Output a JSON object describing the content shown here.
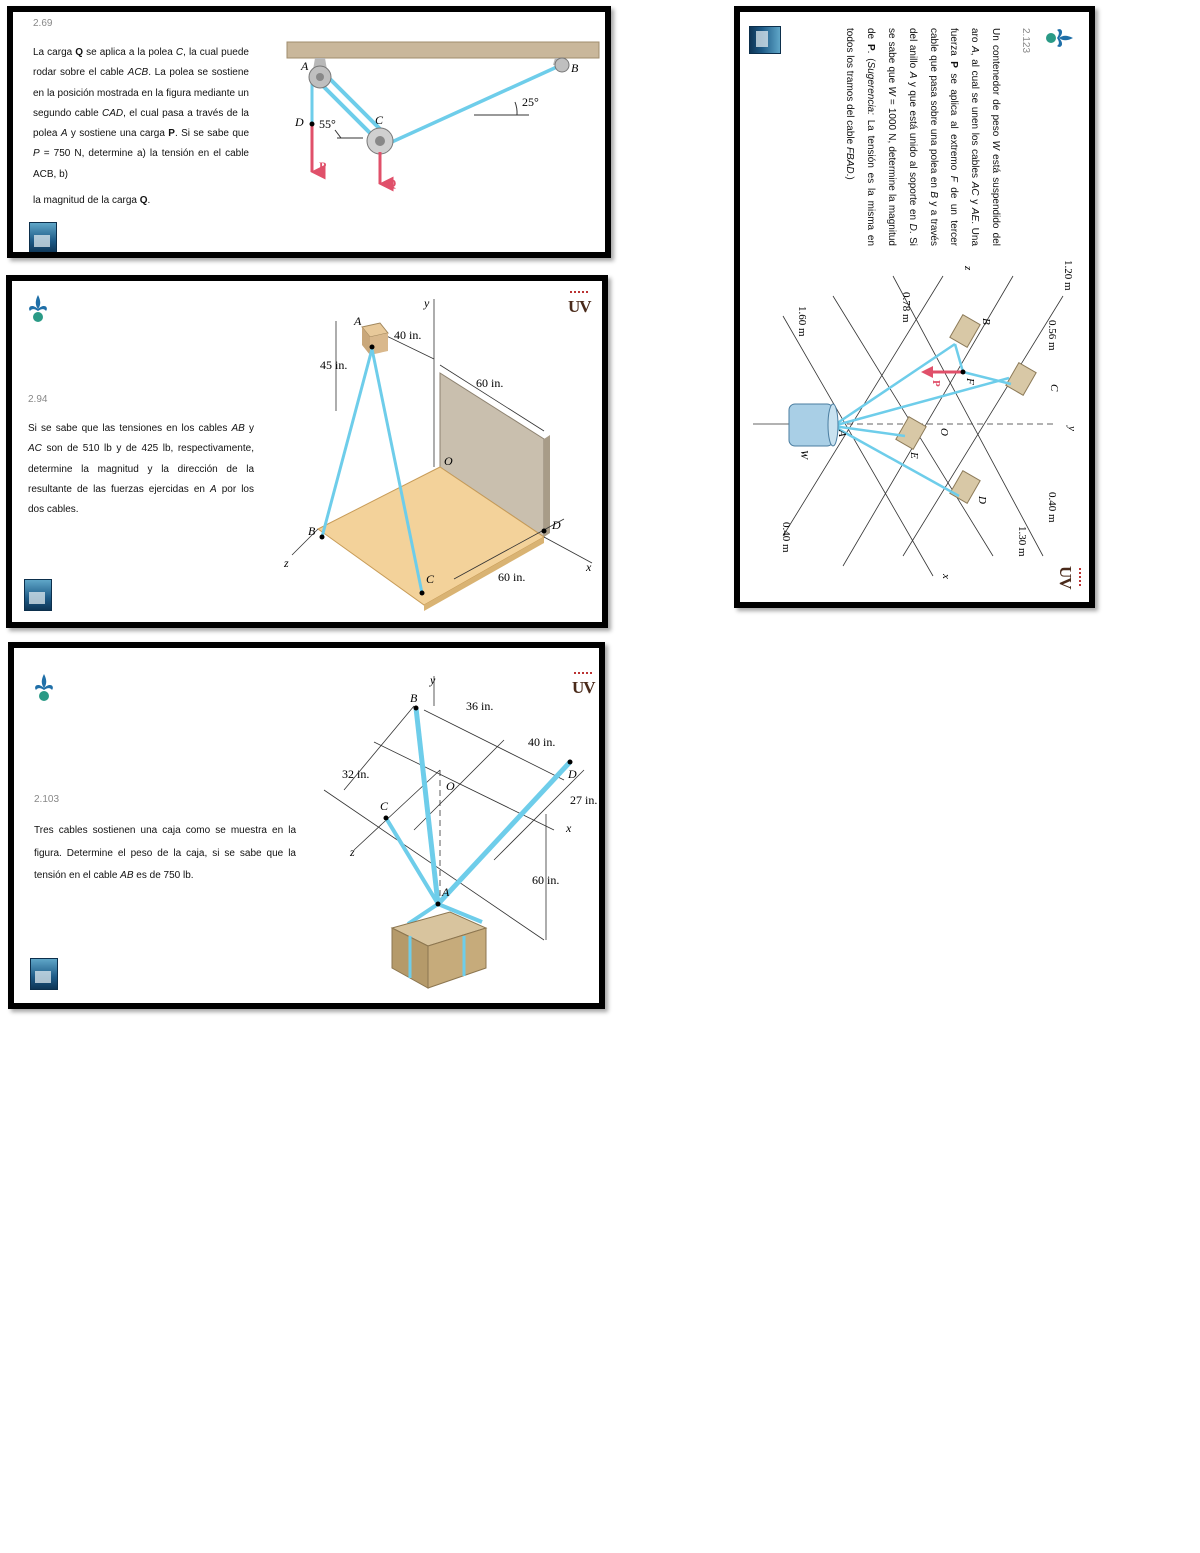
{
  "p269": {
    "number": "2.69",
    "t1": "La carga ",
    "q1": "Q",
    "t2": " se aplica a la polea ",
    "c1": "C",
    "t3": ", la cual puede rodar sobre el cable ",
    "acb": "ACB",
    "t4": ". La polea se sostiene en la posición mostrada en la figura mediante un segundo cable ",
    "cad": "CAD",
    "t5": ", el cual pasa a través de la polea ",
    "a1": "A",
    "t6": " y sostiene una carga ",
    "p1": "P",
    "t7": ". Si se sabe que ",
    "p2": "P",
    "t8": " = 750 N, determine a) la tensión en el cable ACB, b)",
    "t9": "la magnitud de la carga ",
    "q2": "Q",
    "t10": ".",
    "fig": {
      "A": "A",
      "B": "B",
      "C": "C",
      "D": "D",
      "P": "P",
      "Q": "Q",
      "ang1": "55°",
      "ang2": "25°"
    }
  },
  "p294": {
    "number": "2.94",
    "t1": "Si se sabe que las tensiones en los cables ",
    "ab": "AB",
    "t2": " y ",
    "ac": "AC",
    "t3": " son de 510 lb y de 425 lb, respectivamente, determine la magnitud y la dirección de la resultante de las fuerzas ejercidas en ",
    "a": "A",
    "t4": " por los dos cables.",
    "logo": "UV",
    "fig": {
      "A": "A",
      "B": "B",
      "C": "C",
      "D": "D",
      "O": "O",
      "x": "x",
      "y": "y",
      "z": "z",
      "d1": "40 in.",
      "d2": "45 in.",
      "d3": "60 in.",
      "d4": "60 in."
    }
  },
  "p2103": {
    "number": "2.103",
    "t1": "Tres cables sostienen una caja como se muestra en la figura. Determine el peso de la caja, si se sabe que la tensión en el cable ",
    "ab": "AB",
    "t2": " es de 750 lb.",
    "logo": "UV",
    "fig": {
      "A": "A",
      "B": "B",
      "C": "C",
      "D": "D",
      "O": "O",
      "x": "x",
      "y": "y",
      "z": "z",
      "d1": "36 in.",
      "d2": "40 in.",
      "d3": "32 in.",
      "d4": "27 in.",
      "d5": "60 in."
    }
  },
  "p2123": {
    "number": "2.123",
    "t1": "Un contenedor de peso ",
    "w1": "W",
    "t2": " está suspendido del aro ",
    "a1": "A",
    "t3": ", al cual se unen los cables ",
    "ac": "AC",
    "t4": " y ",
    "ae": "AE",
    "t5": ". Una fuerza ",
    "p1": "P",
    "t6": " se aplica al extremo ",
    "f1": "F",
    "t7": " de un tercer cable que pasa sobre una polea en ",
    "b1": "B",
    "t8": " y a través del anillo ",
    "a2": "A",
    "t9": " y que está unido al soporte en ",
    "d1": "D",
    "t10": ". Si se sabe que ",
    "w2": "W",
    "t11": " = 1000 N, determine la magnitud de ",
    "p2": "P",
    "t12": ". (",
    "sug": "Sugerencia:",
    "t13": " La tensión es la misma en todos los tramos del cable ",
    "fbad": "FBAD",
    "t14": ".)",
    "logo": "UV",
    "fig": {
      "A": "A",
      "B": "B",
      "C": "C",
      "D": "D",
      "E": "E",
      "F": "F",
      "O": "O",
      "P": "P",
      "W": "W",
      "x": "x",
      "y": "y",
      "z": "z",
      "d1": "1.20 m",
      "d2": "0.56 m",
      "d3": "0.40 m",
      "d4": "1.30 m",
      "d5": "0.78 m",
      "d6": "1.60 m",
      "d7": "0.40 m"
    }
  },
  "colors": {
    "cable": "#6ecdea",
    "force": "#e0506a",
    "wood": "#f3d29a",
    "wall": "#c9bfae",
    "fleur": "#1f6fa8"
  }
}
